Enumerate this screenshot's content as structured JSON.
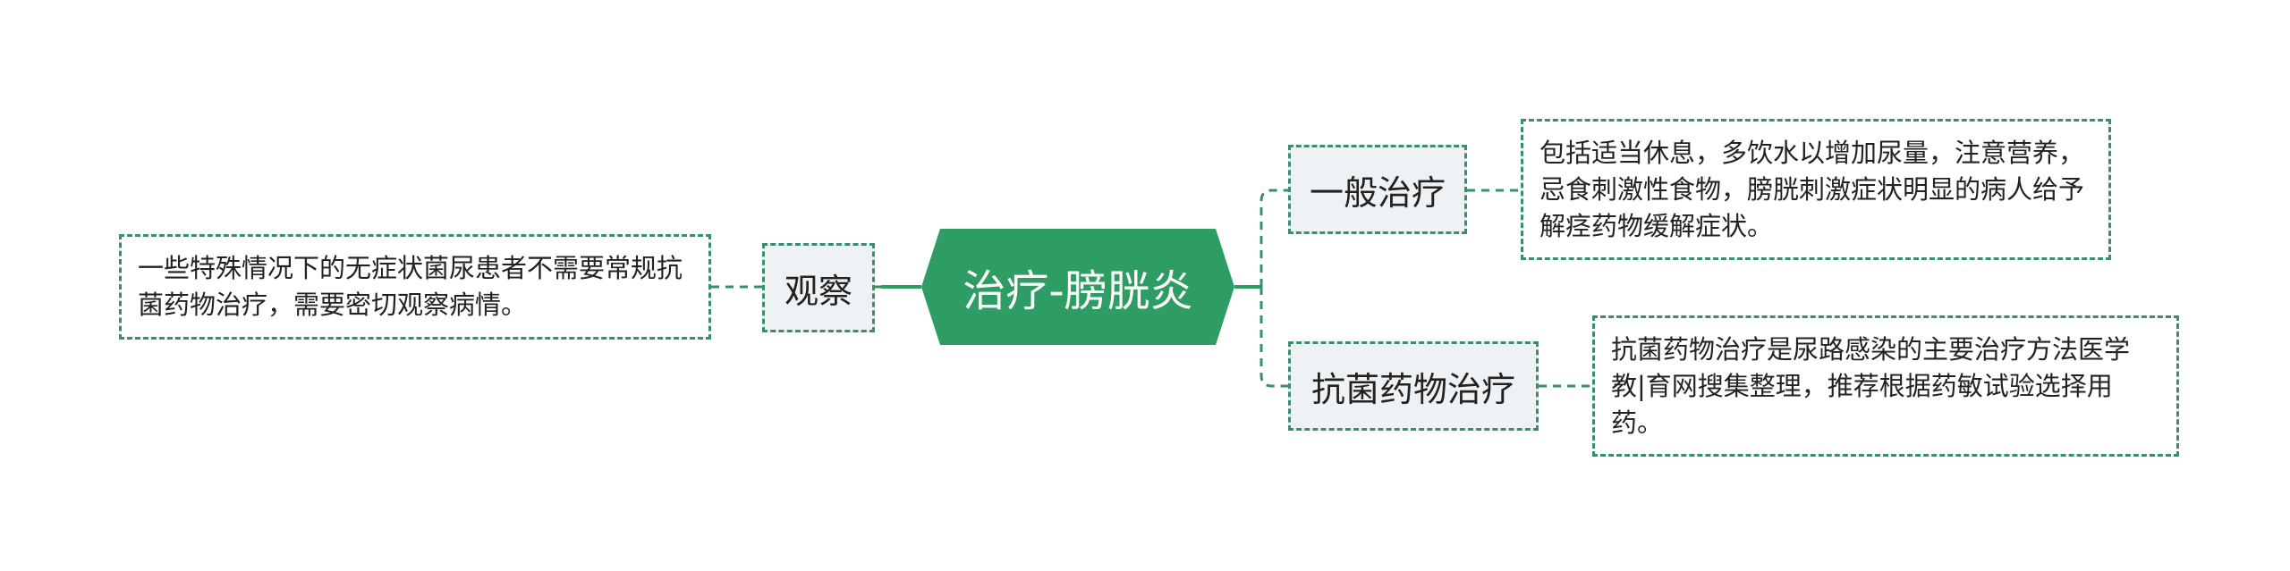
{
  "root": {
    "label": "治疗-膀胱炎"
  },
  "branches": [
    {
      "topic": "一般治疗",
      "detail": "包括适当休息，多饮水以增加尿量，注意营养，忌食刺激性食物，膀胱刺激症状明显的病人给予解痉药物缓解症状。"
    },
    {
      "topic": "抗菌药物治疗",
      "detail": "抗菌药物治疗是尿路感染的主要治疗方法医学教|育网搜集整理，推荐根据药敏试验选择用药。"
    },
    {
      "topic": "观察",
      "detail": "一些特殊情况下的无症状菌尿患者不需要常规抗菌药物治疗，需要密切观察病情。"
    }
  ],
  "colors": {
    "root_fill": "#2e9d63",
    "connector": "#3a8f6a",
    "topic_fill": "#eef2f4"
  }
}
